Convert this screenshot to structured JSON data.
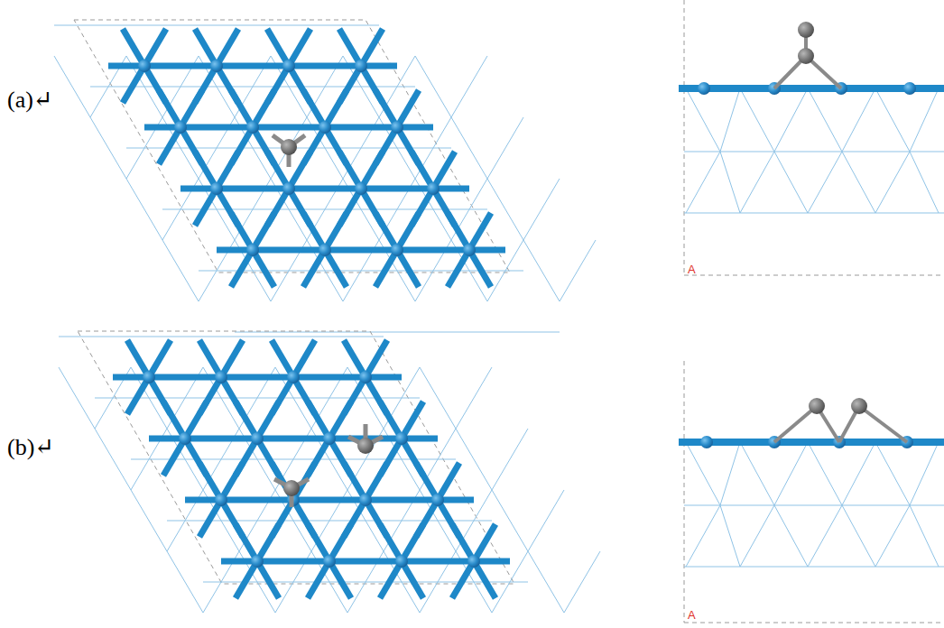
{
  "diagram": {
    "labels": [
      "(a)↵",
      "A",
      "(b)↵",
      "A"
    ]
  }
}
